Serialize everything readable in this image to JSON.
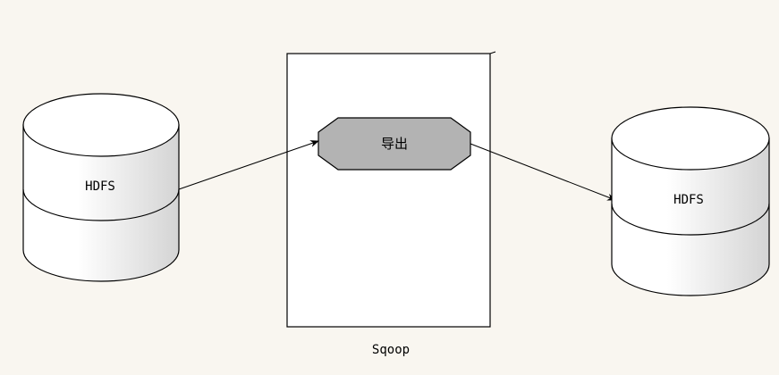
{
  "source_db": {
    "label": "HDFS"
  },
  "sqoop": {
    "label": "Sqoop",
    "process_label": "导出"
  },
  "target_db": {
    "label": "HDFS"
  },
  "colors": {
    "background": "#f9f6f0",
    "process_fill": "#b3b3b3",
    "cylinder_body_light": "#ffffff",
    "cylinder_body_dark": "#d9d9d9",
    "stroke": "#000000"
  }
}
